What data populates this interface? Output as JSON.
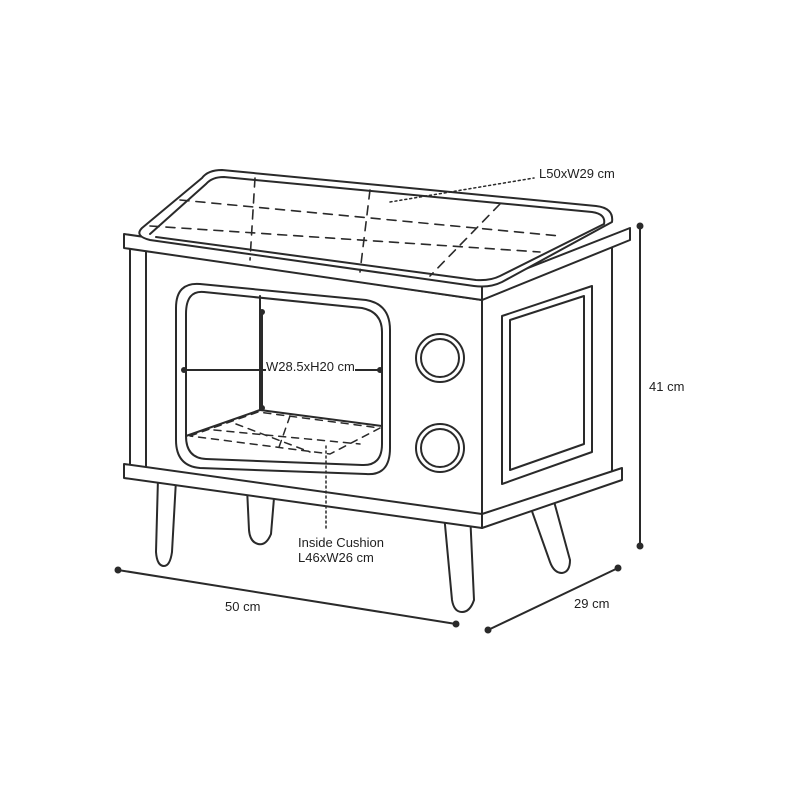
{
  "figure": {
    "subject": "Retro TV-style pet bed cabinet with dimensions",
    "colors": {
      "line": "#2a2a2a",
      "background": "#ffffff"
    }
  },
  "labels": {
    "top_cushion": "L50xW29 cm",
    "height": "41 cm",
    "opening": "W28.5xH20 cm",
    "inside_cushion_line1": "Inside Cushion",
    "inside_cushion_line2": "L46xW26 cm",
    "width": "50 cm",
    "depth": "29 cm"
  }
}
